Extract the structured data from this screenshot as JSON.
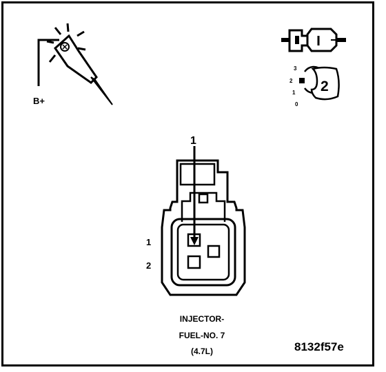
{
  "probe": {
    "supply_label": "B+"
  },
  "connector_key": {
    "position_numbers": [
      "3",
      "2",
      "1",
      "0"
    ],
    "position_value": "2"
  },
  "connector": {
    "pin_callout": "1",
    "cavity_labels": [
      "1",
      "2"
    ],
    "name_lines": [
      "INJECTOR-",
      "FUEL-NO. 7",
      "(4.7L)"
    ]
  },
  "figure_id": "8132f57e"
}
